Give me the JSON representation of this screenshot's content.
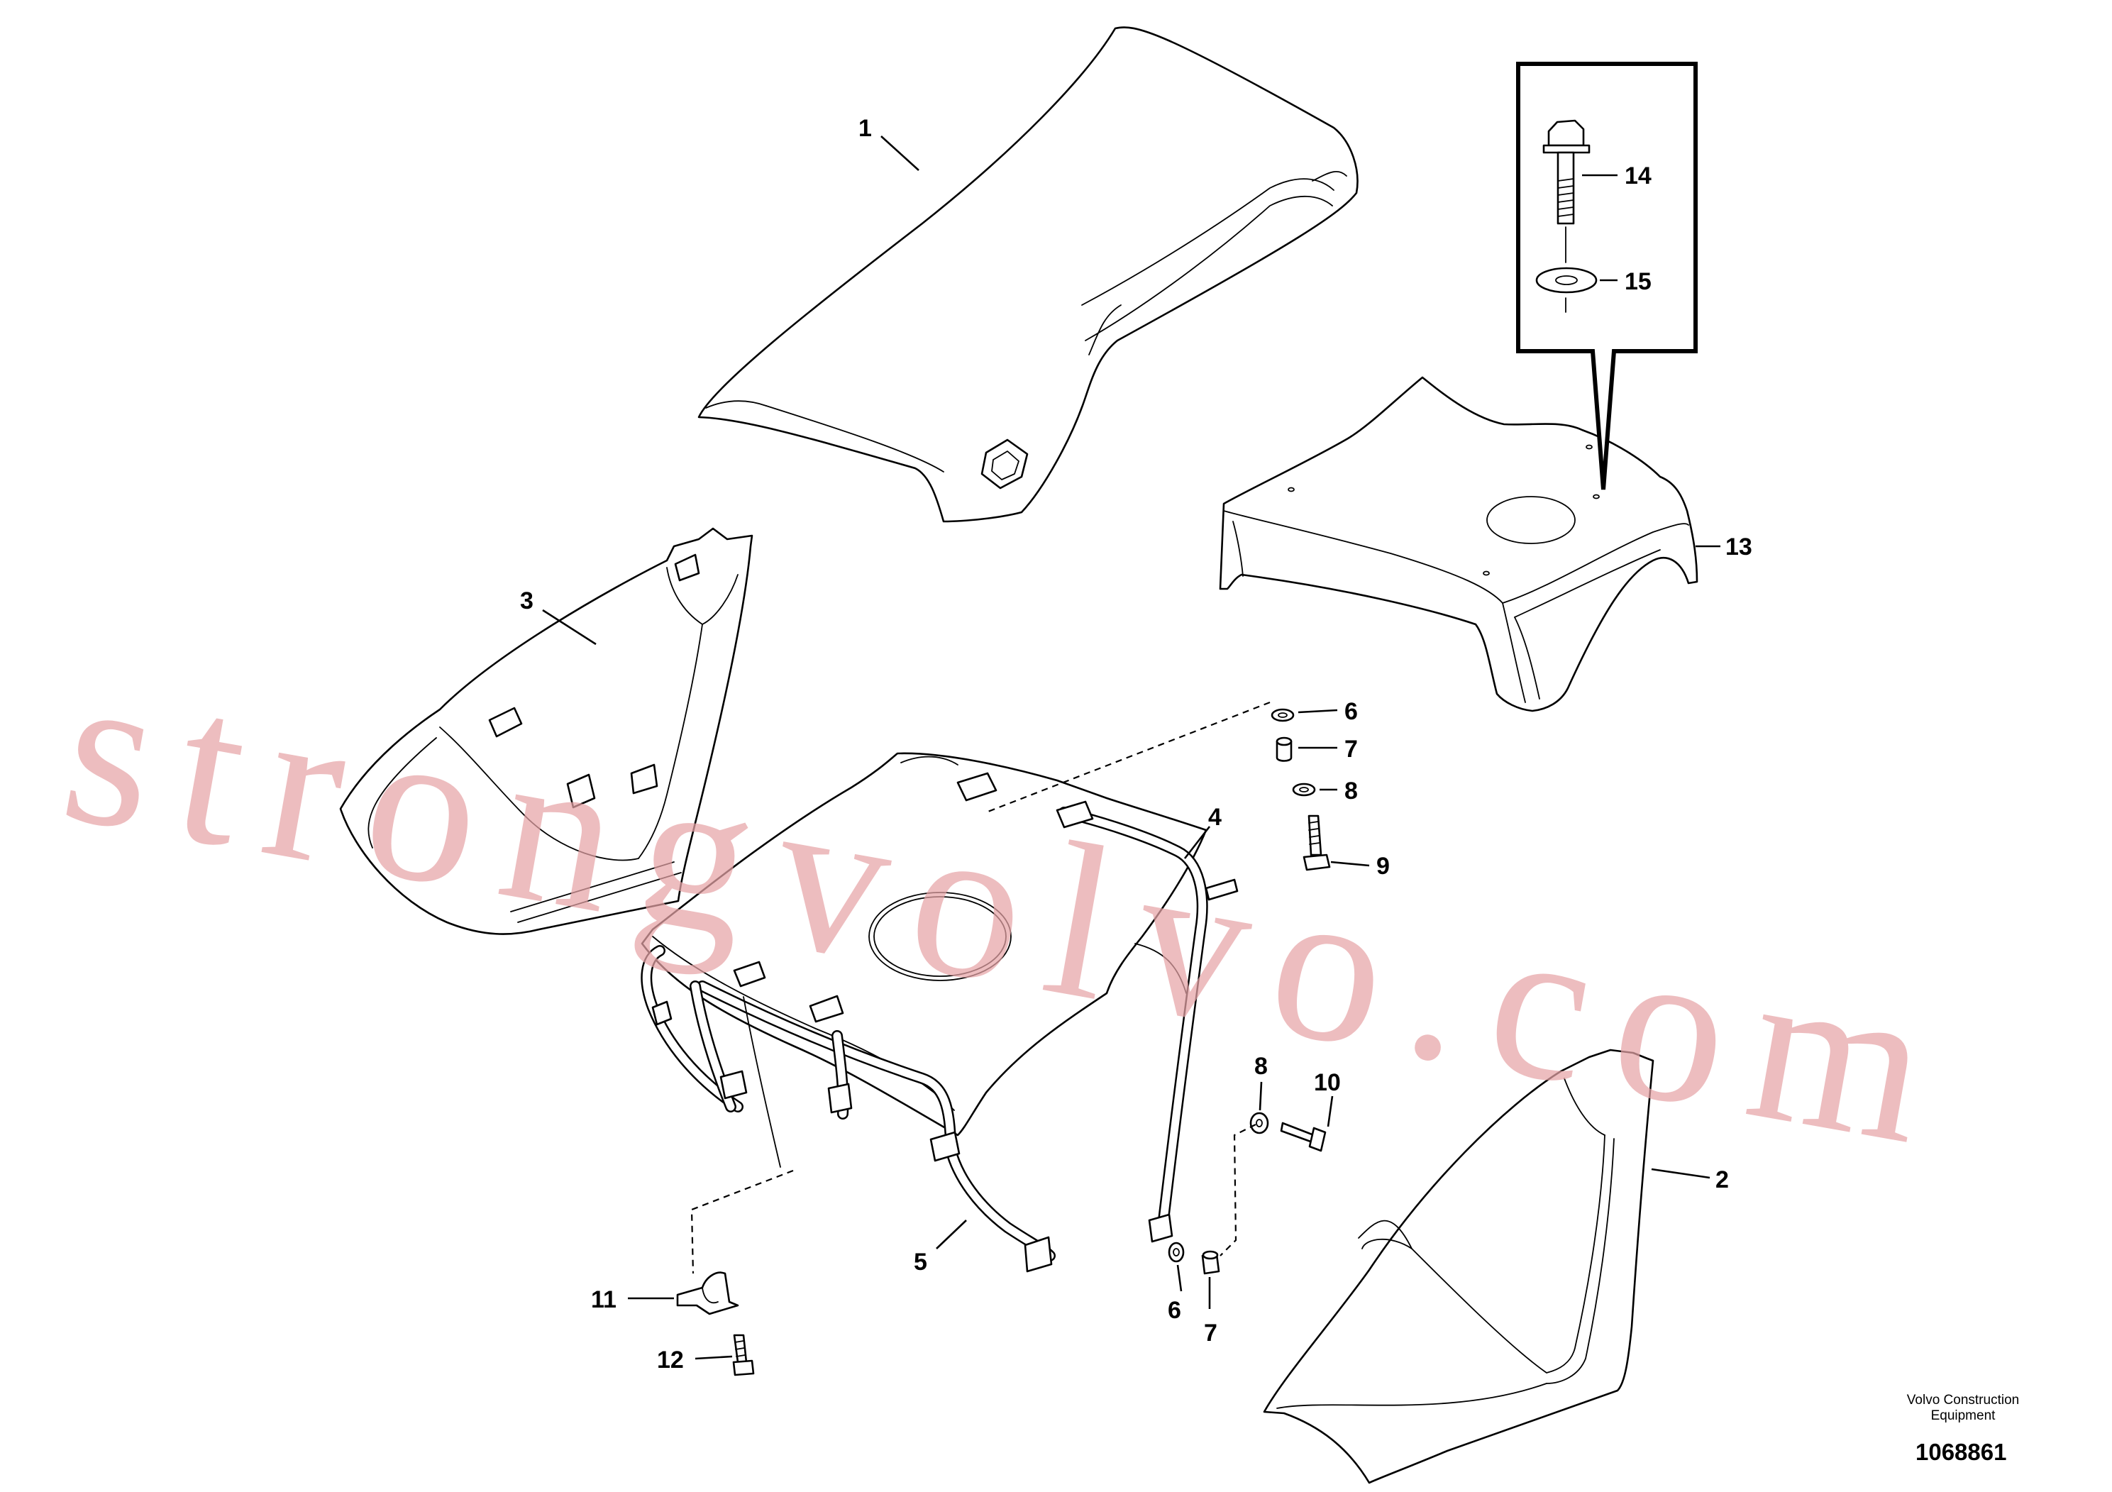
{
  "diagram": {
    "callouts": [
      "1",
      "2",
      "3",
      "4",
      "5",
      "6",
      "7",
      "8",
      "9",
      "6",
      "7",
      "8",
      "10",
      "11",
      "12",
      "13",
      "14",
      "15"
    ],
    "watermark": "strongvolvo.com",
    "brand_line1": "Volvo Construction",
    "brand_line2": "Equipment",
    "drawing_number": "1068861"
  }
}
